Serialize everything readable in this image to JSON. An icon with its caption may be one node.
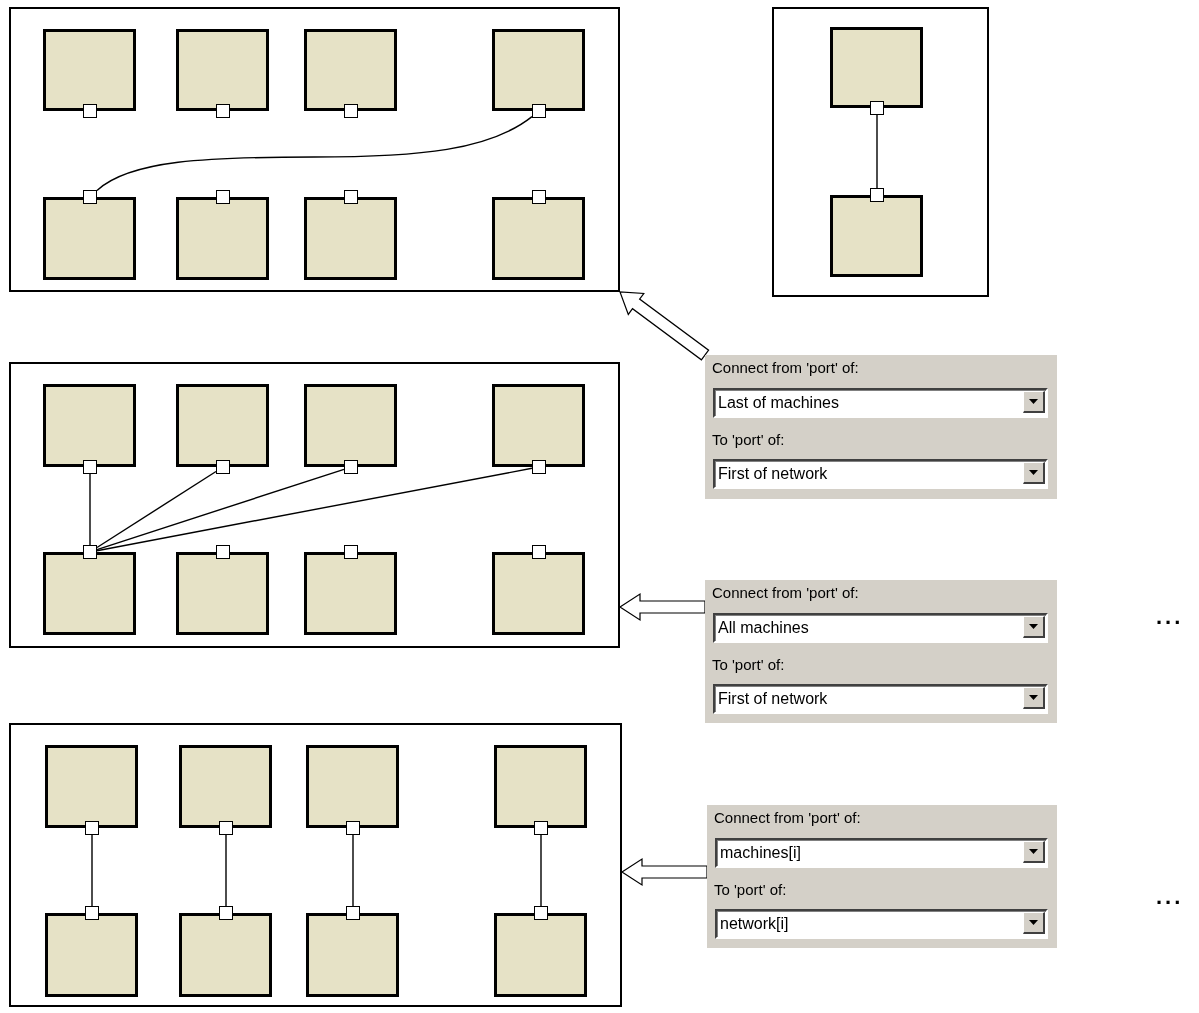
{
  "diagram": {
    "nodes": [
      {
        "text": [],
        "shape": "box"
      },
      {
        "text": [],
        "shape": "box",
        "in": 0
      },
      {
        "text": [],
        "shape": "box",
        "in": 0
      },
      {
        "text": [],
        "shape": "box",
        "in": 0
      },
      {
        "text": [],
        "shape": "box",
        "in": 0
      },
      {
        "text": [],
        "shape": "box",
        "in": 0
      },
      {
        "text": [],
        "shape": "box",
        "in": 0
      },
      {
        "text": [],
        "shape": "box",
        "in": 0
      },
      {
        "text": [],
        "shape": "box",
        "in": 0
      },
      {
        "text": [],
        "shape": "box",
        "in": 0
      },
      {
        "text": [],
        "shape": "box",
        "in": 0
      },
      {
        "text": [],
        "shape": "box",
        "in": 0
      },
      {
        "text": [],
        "shape": "box",
        "in": 0
      },
      {
        "text": [],
        "shape": "box",
        "in": 0
      },
      {
        "text": [],
        "shape": "box",
        "in": 0
      },
      {
        "text": [],
        "shape": "box",
        "in": 0
      },
      {
        "text": [],
        "shape": "box",
        "in": 0
      },
      {
        "text": [],
        "shape": "box"
      },
      {
        "text": [],
        "shape": "box",
        "in": 17
      },
      {
        "text": [],
        "shape": "box",
        "in": 17
      },
      {
        "text": [],
        "shape": "box",
        "in": 17
      },
      {
        "text": [],
        "shape": "box",
        "in": 17
      },
      {
        "text": [],
        "shape": "box"
      },
      {
        "text": [],
        "shape": "box",
        "in": 22
      },
      {
        "text": [],
        "shape": "box",
        "in": 22
      },
      {
        "text": [],
        "shape": "box",
        "in": 22
      },
      {
        "text": [],
        "shape": "box",
        "in": 22
      },
      {
        "text": [],
        "shape": "box",
        "in": 22
      },
      {
        "text": [],
        "shape": "box",
        "in": 22
      },
      {
        "text": [],
        "shape": "box",
        "in": 22
      },
      {
        "text": [],
        "shape": "box",
        "in": 22
      },
      {
        "text": [],
        "shape": "box",
        "in": 22
      },
      {
        "text": [],
        "shape": "box",
        "in": 22
      },
      {
        "text": [],
        "shape": "box",
        "in": 22
      },
      {
        "text": [],
        "shape": "box",
        "in": 22
      },
      {
        "text": [],
        "shape": "box",
        "in": 22
      },
      {
        "text": [],
        "shape": "box",
        "in": 22
      },
      {
        "text": [],
        "shape": "box",
        "in": 22
      },
      {
        "text": [],
        "shape": "box",
        "in": 22
      },
      {
        "text": [
          "Connect from 'port' of:",
          "Last of machines",
          "To 'port' of:",
          "First of network"
        ]
      },
      {
        "text": [
          "Connect from 'port' of:",
          "All machines",
          "To 'port' of:",
          "First of network"
        ]
      },
      {
        "text": [],
        "shape": "box"
      },
      {
        "text": [],
        "shape": "box",
        "in": 41
      },
      {
        "text": [],
        "shape": "box",
        "in": 41
      },
      {
        "text": [],
        "shape": "box",
        "in": 41
      },
      {
        "text": [],
        "shape": "box",
        "in": 41
      },
      {
        "text": [],
        "shape": "box",
        "in": 41
      },
      {
        "text": [],
        "shape": "box",
        "in": 41
      },
      {
        "text": [],
        "shape": "box",
        "in": 41
      },
      {
        "text": [],
        "shape": "box",
        "in": 41
      },
      {
        "text": [],
        "shape": "box",
        "in": 41
      },
      {
        "text": [],
        "shape": "box",
        "in": 41
      },
      {
        "text": [],
        "shape": "box",
        "in": 41
      },
      {
        "text": [],
        "shape": "box",
        "in": 41
      },
      {
        "text": [],
        "shape": "box",
        "in": 41
      },
      {
        "text": [],
        "shape": "box",
        "in": 41
      },
      {
        "text": [],
        "shape": "box",
        "in": 41
      },
      {
        "text": [],
        "shape": "box",
        "in": 41
      },
      {
        "text": [
          "Connect from 'port' of:",
          "machines[i]",
          "To 'port' of:",
          "network[i]"
        ]
      }
    ],
    "edges": [
      {
        "from": 8,
        "to": 10,
        "arrow": "none"
      },
      {
        "from": 19,
        "to": 21,
        "arrow": "none"
      },
      {
        "from": 24,
        "to": 32,
        "arrow": "none"
      },
      {
        "from": 26,
        "to": 32,
        "arrow": "none"
      },
      {
        "from": 28,
        "to": 32,
        "arrow": "none"
      },
      {
        "from": 30,
        "to": 32,
        "arrow": "none"
      },
      {
        "from": 43,
        "to": 51,
        "arrow": "none"
      },
      {
        "from": 45,
        "to": 53,
        "arrow": "none"
      },
      {
        "from": 47,
        "to": 55,
        "arrow": "none"
      },
      {
        "from": 49,
        "to": 57,
        "arrow": "none"
      },
      {
        "from": 39,
        "to": 0,
        "arrow": "to"
      },
      {
        "from": 40,
        "to": 22,
        "arrow": "to"
      },
      {
        "from": 58,
        "to": 41,
        "arrow": "to"
      }
    ],
    "labels": [
      "...",
      "..."
    ]
  }
}
